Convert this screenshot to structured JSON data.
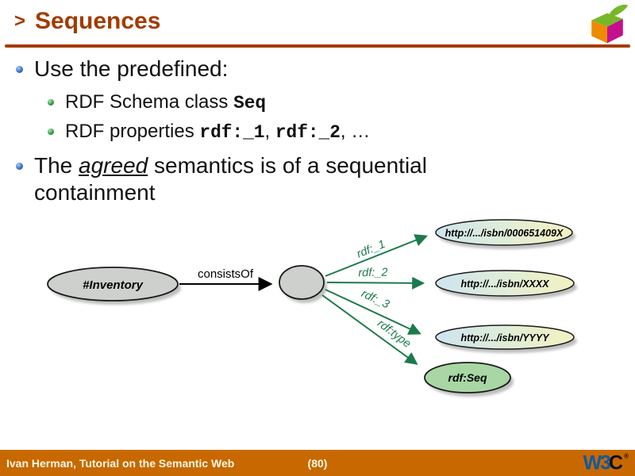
{
  "header": {
    "marker": ">",
    "title": "Sequences"
  },
  "bullets": {
    "use_predefined": "Use the predefined:",
    "schema_class_prefix": "RDF Schema class ",
    "schema_class_code": "Seq",
    "properties_prefix": "RDF properties ",
    "property_code_1": "rdf:_1",
    "comma": ", ",
    "property_code_2": "rdf:_2",
    "ellipsis": ", …",
    "agreed_prefix": "The ",
    "agreed_word": "agreed",
    "agreed_suffix": " semantics is of a sequential containment"
  },
  "diagram": {
    "inventory": "#Inventory",
    "consists_of": "consistsOf",
    "edges": [
      "rdf:_1",
      "rdf:_2",
      "rdf:_3",
      "rdf:type"
    ],
    "nodes": [
      "http://.../isbn/000651409X",
      "http://.../isbn/XXXX",
      "http://.../isbn/YYYY"
    ],
    "seq": "rdf:Seq"
  },
  "footer": {
    "author": "Ivan Herman, Tutorial on the Semantic Web",
    "page": "(80)",
    "logo": {
      "w3": "W3",
      "c": "C",
      "reg": "®"
    }
  },
  "colors": {
    "accent": "#A33B00",
    "footer_bar": "#C86800",
    "edge_green": "#1B7B4B",
    "w3c_blue": "#0B5AA0",
    "node_gray": "#CDD0CD",
    "seq_green": "#A8D7A4",
    "uri_gradient_left": "#CFE4EF",
    "uri_gradient_right": "#F4F1C1"
  }
}
